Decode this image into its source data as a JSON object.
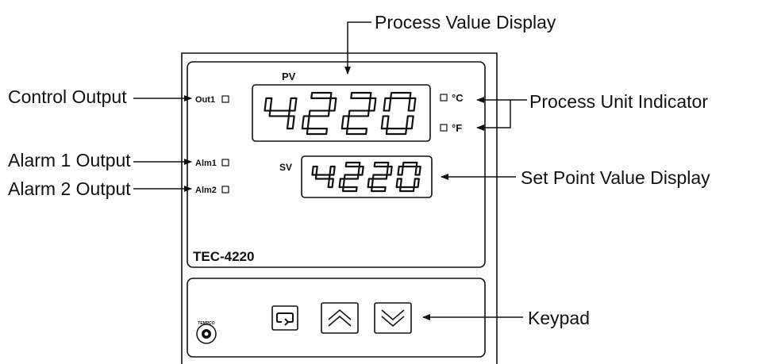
{
  "callouts": {
    "process_value_display": "Process Value Display",
    "process_unit_indicator": "Process Unit Indicator",
    "set_point_value_display": "Set Point Value Display",
    "keypad": "Keypad",
    "control_output": "Control Output",
    "alarm1_output": "Alarm 1 Output",
    "alarm2_output": "Alarm 2 Output"
  },
  "indicators": {
    "out1": "Out1",
    "alm1": "Alm1",
    "alm2": "Alm2",
    "celsius": "°C",
    "fahrenheit": "°F"
  },
  "displays": {
    "pv_label": "PV",
    "pv_value": "4220",
    "sv_label": "SV",
    "sv_value": "4220"
  },
  "device": {
    "model": "TEC-4220",
    "logo_text": "TEMPCO"
  },
  "keypad": [
    "scroll-key-icon",
    "up-key-icon",
    "down-key-icon"
  ]
}
